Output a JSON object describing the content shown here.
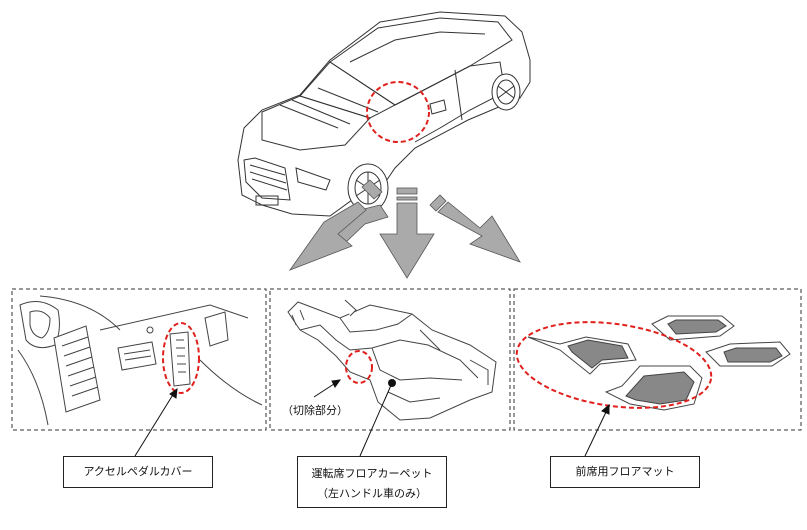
{
  "labels": {
    "accel_cover": "アクセルペダルカバー",
    "carpet_line1": "運転席フロアカーペット",
    "carpet_line2": "（左ハンドル車のみ）",
    "floor_mat": "前席用フロアマット",
    "cut_part": "（切除部分）"
  },
  "colors": {
    "highlight": "#e0201c",
    "arrow_fill": "#aaaaaa",
    "line": "#222222"
  }
}
